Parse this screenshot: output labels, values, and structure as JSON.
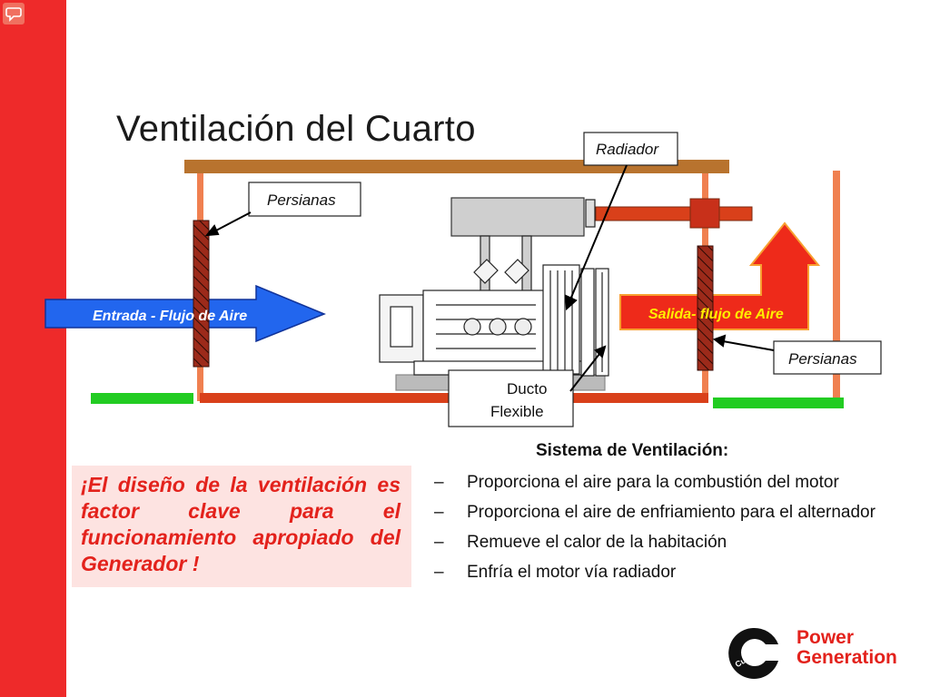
{
  "slide": {
    "title": "Ventilación del Cuarto"
  },
  "diagram": {
    "labels": {
      "radiador": "Radiador",
      "persianas_left": "Persianas",
      "persianas_right": "Persianas",
      "ducto_line1": "Ducto",
      "ducto_line2": "Flexible",
      "entrada": "Entrada - Flujo de Aire",
      "salida": "Salida- flujo de  Aire"
    }
  },
  "callout": {
    "text": "¡El diseño de la ventilación es factor clave para el funcionamiento apropiado del Generador !"
  },
  "sistema": {
    "title": "Sistema de Ventilación:",
    "bullet_marker": "–",
    "items": [
      "Proporciona el aire para la combustión  del motor",
      "Proporciona el aire de enfriamiento  para el alternador",
      "Remueve  el calor de la habitación",
      "Enfría el motor vía radiador"
    ]
  },
  "logo": {
    "brand": "Cummins",
    "line1": "Power",
    "line2": "Generation"
  },
  "colors": {
    "sidebar": "#ee2a2a",
    "roof": "#b8732e",
    "wall": "#f08050",
    "floor": "#d9401a",
    "green_pad": "#22cc22",
    "inlet_arrow": "#2266ee",
    "outlet_arrow": "#ee2a1a",
    "louver": "#9c2a1a",
    "callout_bg": "#fde3e1",
    "callout_text": "#e3221c",
    "brand_red": "#e3221c"
  },
  "icons": {
    "corner": "speech-bubble-icon",
    "logo_mark": "cummins-c-logo-icon"
  }
}
